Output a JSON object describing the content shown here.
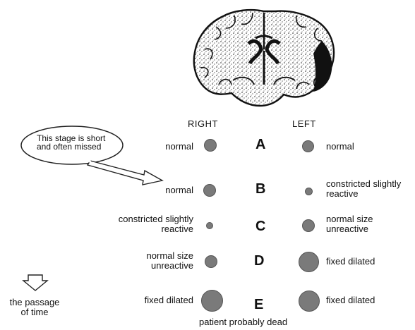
{
  "headers": {
    "right": "RIGHT",
    "left": "LEFT"
  },
  "callout": "This stage is short and often missed",
  "rows": [
    {
      "stage": "A",
      "right_text": "normal",
      "right_size": "normal",
      "left_text": "normal",
      "left_size": "normal"
    },
    {
      "stage": "B",
      "right_text": "normal",
      "right_size": "normal",
      "left_text": "constricted slightly reactive",
      "left_size": "constricted"
    },
    {
      "stage": "C",
      "right_text": "constricted slightly reactive",
      "right_size": "constricted",
      "left_text": "normal size unreactive",
      "left_size": "normal"
    },
    {
      "stage": "D",
      "right_text": "normal size unreactive",
      "right_size": "normal",
      "left_text": "fixed dilated",
      "left_size": "dilated"
    },
    {
      "stage": "E",
      "right_text": "fixed dilated",
      "right_size": "dilated",
      "left_text": "fixed dilated",
      "left_size": "dilated"
    }
  ],
  "footer": "patient probably dead",
  "time_label": "the passage of time",
  "colors": {
    "pupil": "#7a7a7a",
    "lesion": "#111111"
  },
  "icons": {
    "brain": "brain-coronal-section-icon",
    "arrow": "down-arrow-icon"
  }
}
